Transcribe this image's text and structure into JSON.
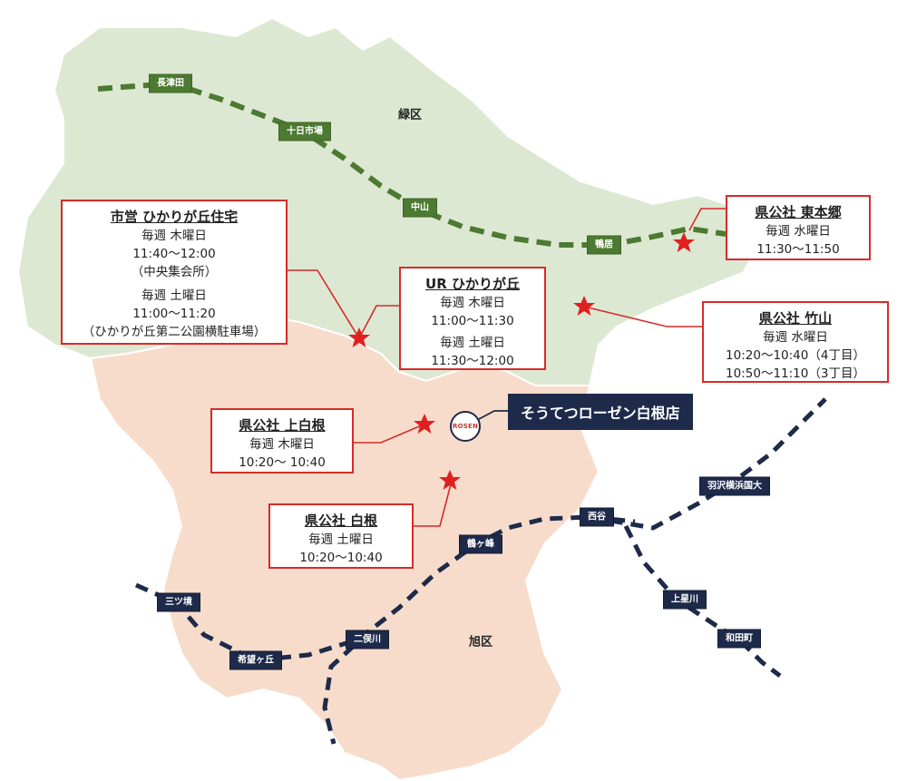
{
  "districts": {
    "midori": "緑区",
    "asahi": "旭区"
  },
  "stations": {
    "nagatsuta": "長津田",
    "tokaichiba": "十日市場",
    "nakayama": "中山",
    "kamoi": "鴨居",
    "mitsukyo": "三ツ境",
    "kibogaoka": "希望ヶ丘",
    "futamatagawa": "二俣川",
    "tsurugamine": "鶴ヶ峰",
    "nishiya": "西谷",
    "hazawa": "羽沢横浜国大",
    "kamihoshikawa": "上星川",
    "wadamachi": "和田町"
  },
  "callouts": {
    "hikarigaoka_city": {
      "title": "市営 ひかりが丘住宅",
      "lines": [
        "毎週 木曜日",
        "11:40～12:00",
        "（中央集会所）",
        "毎週 土曜日",
        "11:00～11:20",
        "（ひかりが丘第二公園横駐車場）"
      ]
    },
    "ur_hikarigaoka": {
      "title": "UR ひかりが丘",
      "lines": [
        "毎週 木曜日",
        "11:00～11:30",
        "毎週 土曜日",
        "11:30～12:00"
      ]
    },
    "higashihongo": {
      "title": "県公社 東本郷",
      "lines": [
        "毎週 水曜日",
        "11:30～11:50"
      ]
    },
    "takeyama": {
      "title": "県公社 竹山",
      "lines": [
        "毎週 水曜日",
        "10:20～10:40（4丁目）",
        "10:50～11:10（3丁目）"
      ]
    },
    "kamishirane": {
      "title": "県公社 上白根",
      "lines": [
        "毎週 木曜日",
        "10:20～ 10:40"
      ]
    },
    "shirane": {
      "title": "県公社 白根",
      "lines": [
        "毎週 土曜日",
        "10:20～10:40"
      ]
    }
  },
  "store": {
    "name": "そうてつローゼン白根店",
    "logo_text": "ROSEN"
  },
  "colors": {
    "midori_fill": "#dde8d2",
    "asahi_fill": "#f7dccb",
    "green_line": "#4d7a32",
    "navy_line": "#1e2a4a",
    "callout_red": "#d72a2a",
    "star_red": "#e02020"
  }
}
